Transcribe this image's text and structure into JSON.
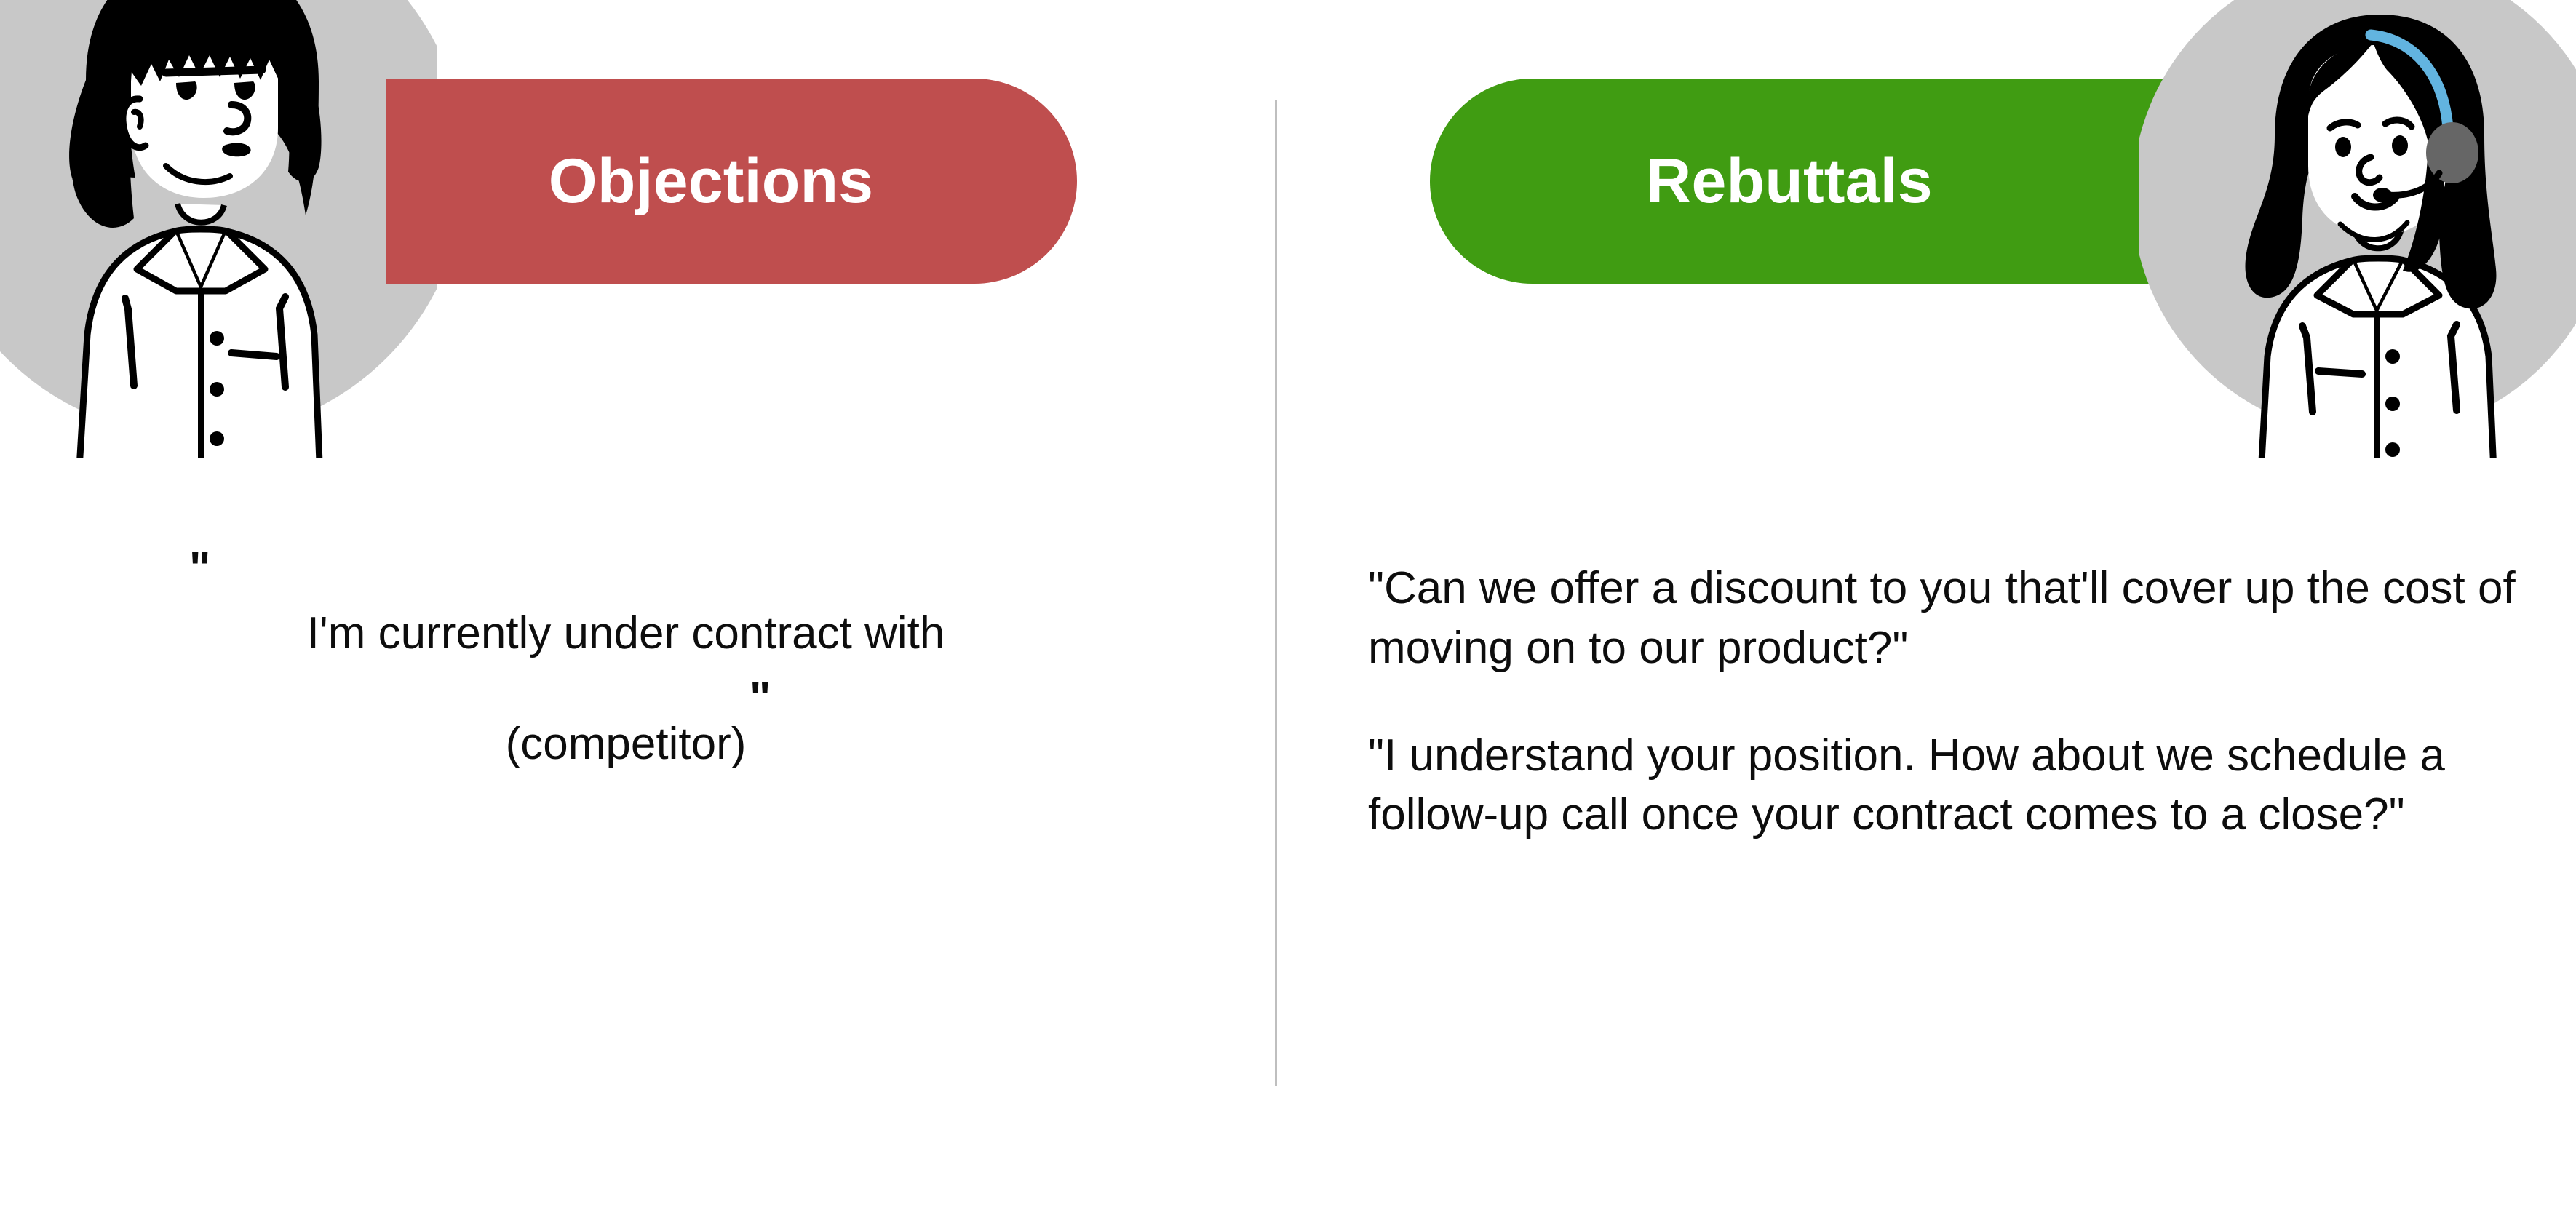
{
  "objections": {
    "pill_label": "Objections",
    "pill_color": "#bf4e4e",
    "avatar_name": "customer-avatar",
    "quote_open": "\"",
    "quote_close": "\"",
    "line1": "I'm currently under contract with",
    "line2": "(competitor)",
    "full_quote": "\"I'm currently under contract with (competitor)\""
  },
  "rebuttals": {
    "pill_label": "Rebuttals",
    "pill_color": "#409c12",
    "avatar_name": "sales-rep-avatar",
    "items": [
      "\"Can we offer a discount to you that'll cover up the cost of moving on to our product?\"",
      "\"I understand your position. How about we schedule a follow-up call once your contract comes to a close?\""
    ]
  },
  "theme": {
    "background": "#ffffff",
    "avatar_circle": "#c8c8c8",
    "divider": "#bfbfbf",
    "text": "#0d0d0d",
    "headset_band": "#62b4e0",
    "headset_cup": "#666666"
  }
}
